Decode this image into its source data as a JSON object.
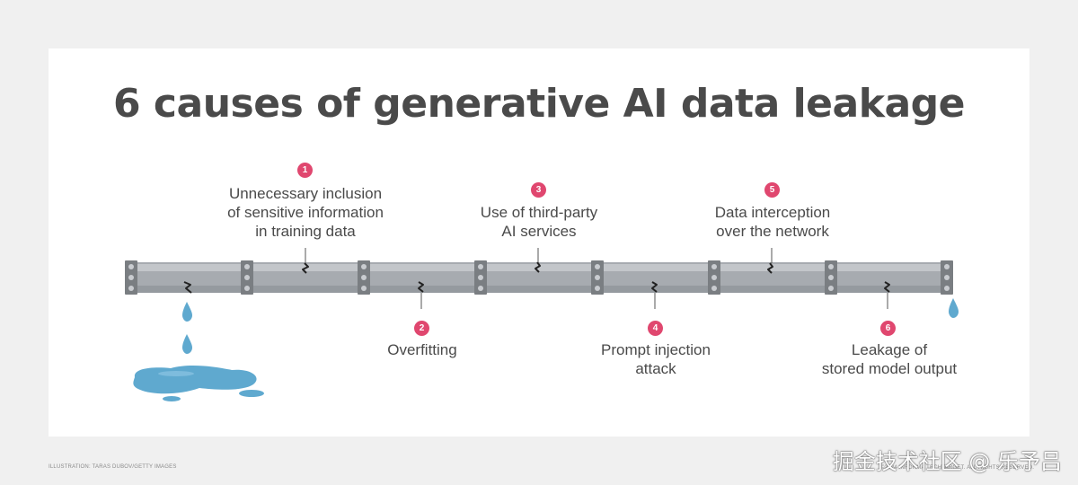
{
  "title": "6 causes of generative AI data leakage",
  "causes": [
    {
      "number": "1",
      "label": "Unnecessary inclusion\nof sensitive information\nin training data"
    },
    {
      "number": "2",
      "label": "Overfitting"
    },
    {
      "number": "3",
      "label": "Use of third-party\nAI services"
    },
    {
      "number": "4",
      "label": "Prompt injection\nattack"
    },
    {
      "number": "5",
      "label": "Data interception\nover the network"
    },
    {
      "number": "6",
      "label": "Leakage of\nstored model output"
    }
  ],
  "credits": {
    "illustration": "ILLUSTRATION: TARAS DUBOV/GETTY IMAGES",
    "copyright": "©2024 INFORMA TECHTARGET. ALL RIGHTS RESERVED."
  },
  "watermark": "掘金技术社区 @ 乐予吕",
  "colors": {
    "badge": "#e0476f",
    "pipe": "#a7abb0",
    "joint": "#7a7e82",
    "water": "#5fa9cf",
    "text": "#4a4a4a"
  }
}
